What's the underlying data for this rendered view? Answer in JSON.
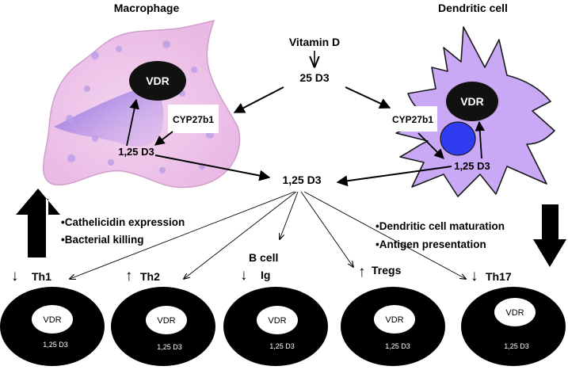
{
  "titles": {
    "macrophage": "Macrophage",
    "dendritic": "Dendritic cell"
  },
  "center": {
    "vitamin_d": "Vitamin D",
    "d3_25": "25 D3",
    "d3_125": "1,25 D3"
  },
  "macrophage": {
    "vdr": "VDR",
    "enzyme": "CYP27b1",
    "d3": "1,25 D3",
    "effects": [
      "•Cathelicidin expression",
      "•Bacterial killing"
    ],
    "trend": "up"
  },
  "dendritic": {
    "vdr": "VDR",
    "enzyme": "CYP27b1",
    "d3": "1,25 D3",
    "effects": [
      "•Dendritic cell maturation",
      "•Antigen presentation"
    ],
    "trend": "down"
  },
  "tcells": [
    {
      "label": "Th1",
      "arrow": "↓",
      "vdr": "VDR",
      "d3": "1,25 D3"
    },
    {
      "label": "Th2",
      "arrow": "↑",
      "vdr": "VDR",
      "d3": "1,25 D3"
    },
    {
      "label": "B cell",
      "sublabel": "Ig",
      "arrow": "↓",
      "vdr": "VDR",
      "d3": "1,25 D3"
    },
    {
      "label": "Tregs",
      "arrow": "↑",
      "vdr": "VDR",
      "d3": "1,25 D3"
    },
    {
      "label": "Th17",
      "arrow": "↓",
      "vdr": "VDR",
      "d3": "1,25 D3"
    }
  ],
  "colors": {
    "macrophage_fill": "#efc6ea",
    "dendritic_fill": "#c7a6f4",
    "nucleus_blue": "#2f3cf0",
    "cell_black": "#000000"
  }
}
